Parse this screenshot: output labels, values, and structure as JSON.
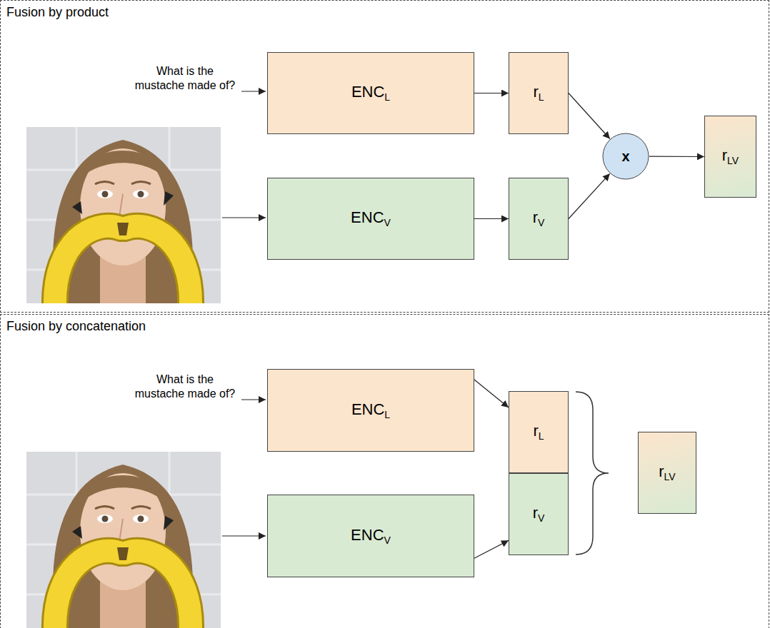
{
  "diagram": {
    "nodes": [
      {
        "text": [
          "Fusion by product"
        ]
      },
      {
        "text": [
          "ENC",
          "L"
        ],
        "in": 0
      },
      {
        "text": [
          "r",
          "L"
        ],
        "in": 0
      },
      {
        "text": [
          "ENC",
          "V"
        ],
        "in": 0
      },
      {
        "text": [
          "r",
          "V"
        ],
        "in": 0
      },
      {
        "text": [
          "x"
        ],
        "in": 0
      },
      {
        "text": [
          "r",
          "LV"
        ],
        "in": 0
      },
      {
        "text": [
          "Fusion by concatenation"
        ]
      },
      {
        "text": [
          "ENC",
          "L"
        ],
        "in": 7
      },
      {
        "text": [
          "r",
          "L"
        ],
        "in": 7
      },
      {
        "text": [
          "ENC",
          "V"
        ],
        "in": 7
      },
      {
        "text": [
          "r",
          "V"
        ],
        "in": 7
      },
      {
        "text": [
          "r",
          "LV"
        ],
        "in": 7
      }
    ],
    "edges": [
      {
        "from": 1,
        "to": 2,
        "arrow": "to"
      },
      {
        "from": 3,
        "to": 4,
        "arrow": "to"
      },
      {
        "from": 2,
        "to": 5,
        "arrow": "to"
      },
      {
        "from": 4,
        "to": 5,
        "arrow": "to"
      },
      {
        "from": 5,
        "to": 6,
        "arrow": "to"
      },
      {
        "from": 8,
        "to": 9,
        "arrow": "to"
      },
      {
        "from": 10,
        "to": 11,
        "arrow": "to"
      }
    ],
    "labels": [
      "What is the mustache made of?",
      "What is the mustache made of?"
    ]
  }
}
